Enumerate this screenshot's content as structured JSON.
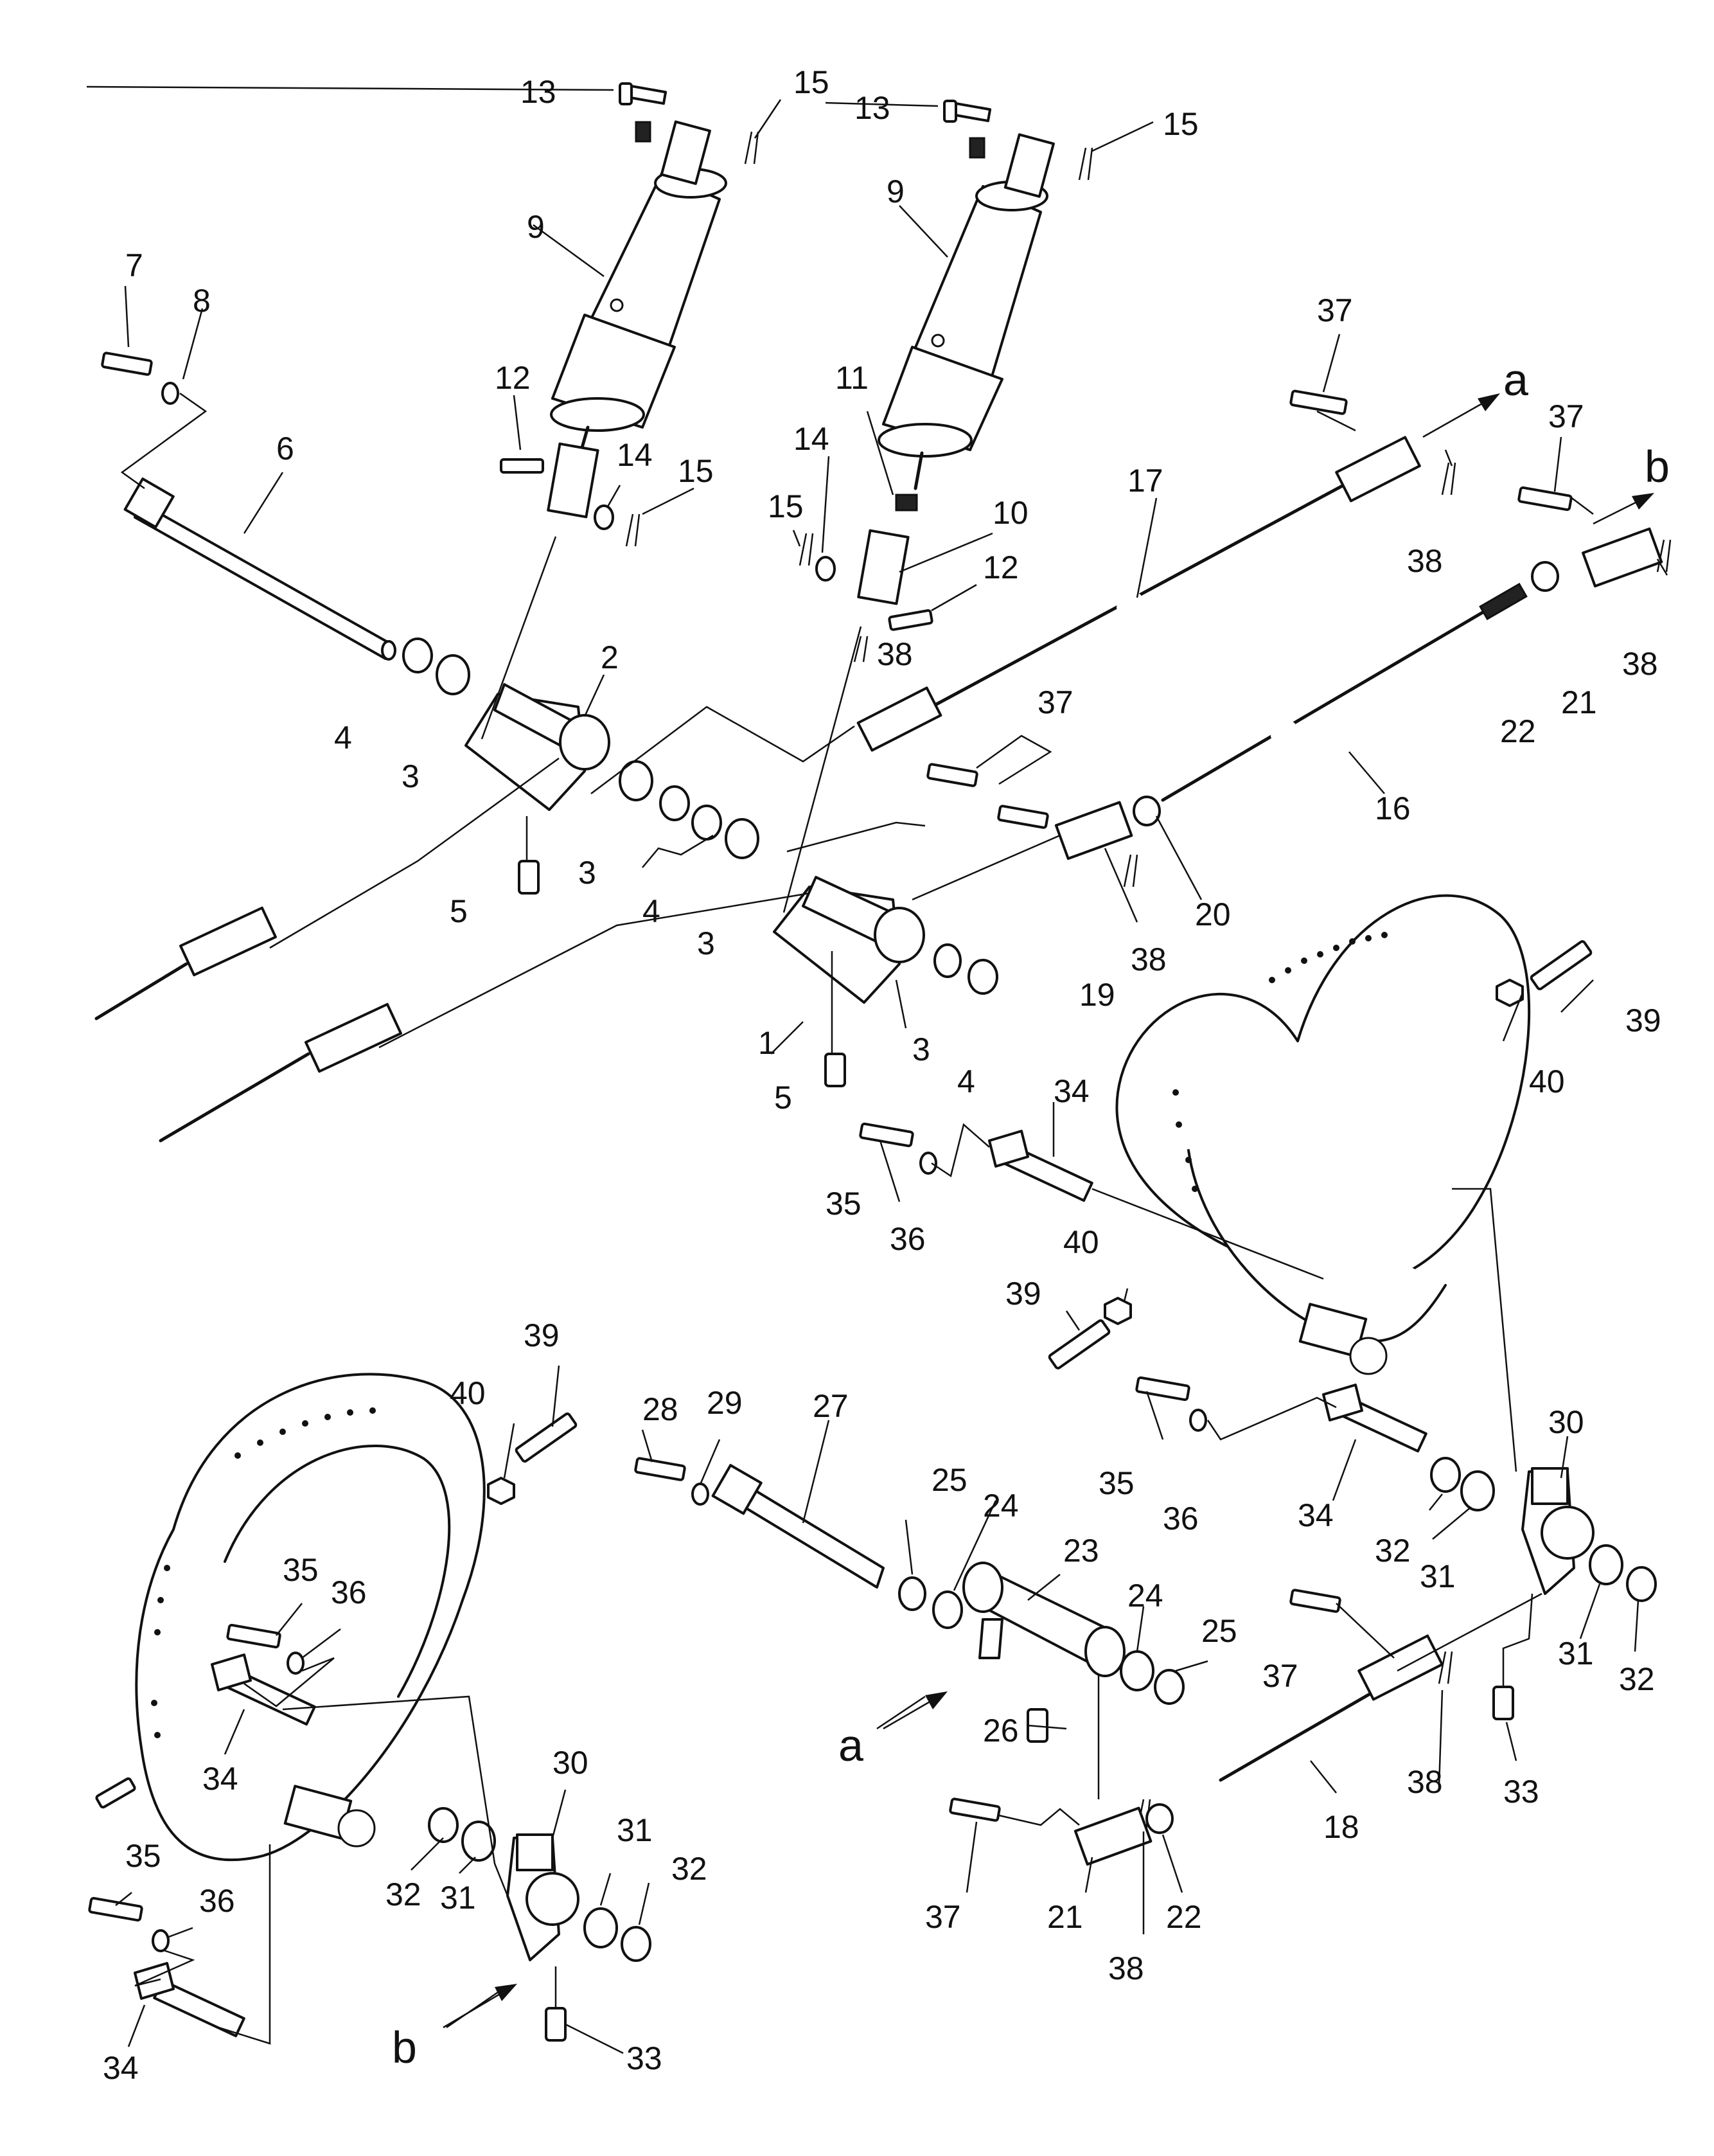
{
  "callouts": {
    "n1": "1",
    "n2": "2",
    "n3": "3",
    "n4": "4",
    "n5": "5",
    "n6": "6",
    "n7": "7",
    "n8": "8",
    "n9": "9",
    "n10": "10",
    "n11": "11",
    "n12": "12",
    "n13": "13",
    "n14": "14",
    "n15": "15",
    "n16": "16",
    "n17": "17",
    "n18": "18",
    "n19": "19",
    "n20": "20",
    "n21": "21",
    "n22": "22",
    "n23": "23",
    "n24": "24",
    "n25": "25",
    "n26": "26",
    "n27": "27",
    "n28": "28",
    "n29": "29",
    "n30": "30",
    "n31": "31",
    "n32": "32",
    "n33": "33",
    "n34": "34",
    "n35": "35",
    "n36": "36",
    "n37": "37",
    "n38": "38",
    "n39": "39",
    "n40": "40"
  },
  "references": {
    "a": "a",
    "b": "b"
  }
}
